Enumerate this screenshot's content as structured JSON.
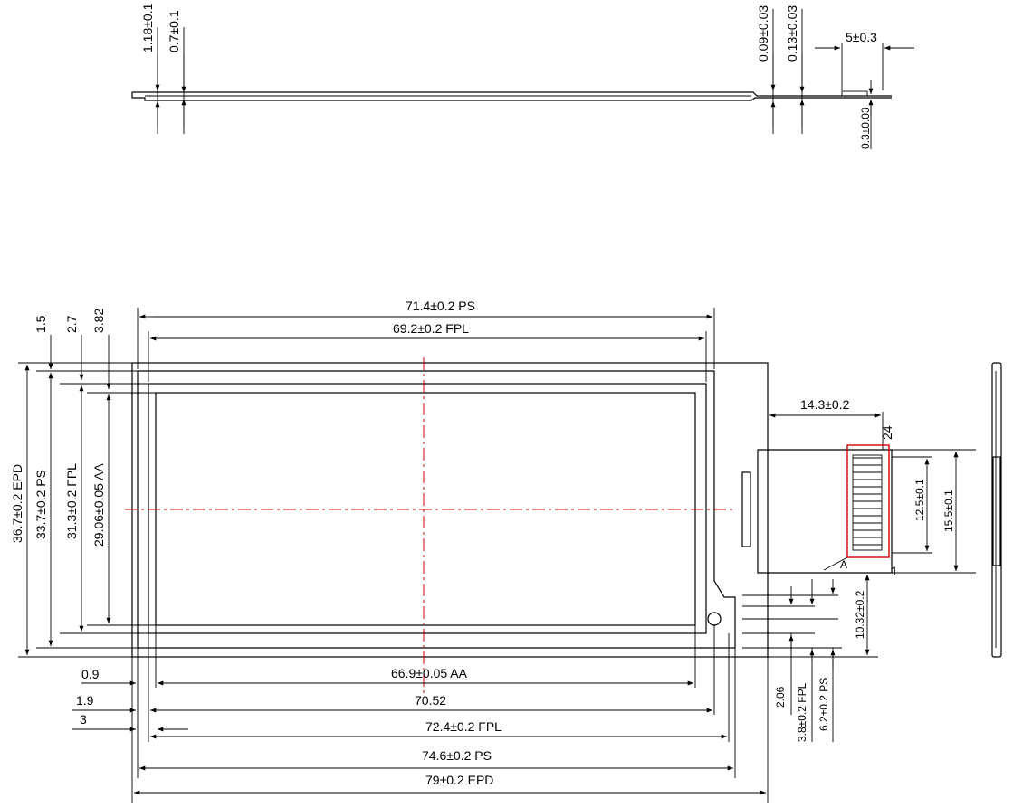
{
  "side_view": {
    "thickness_total": "1.18±0.1",
    "thickness_panel": "0.7±0.1",
    "fpc_thickness": "0.09±0.03",
    "stiffener_thickness": "0.13±0.03",
    "stiffener_length": "5±0.3",
    "stiffener_total": "0.3±0.03"
  },
  "top_view": {
    "ps_width": "71.4±0.2 PS",
    "fpl_width": "69.2±0.2 FPL",
    "offset_1": "1.5",
    "offset_2": "2.7",
    "offset_3": "3.82",
    "epd_height": "36.7±0.2 EPD",
    "ps_height": "33.7±0.2 PS",
    "fpl_height": "31.3±0.2 FPL",
    "aa_height": "29.06±0.05 AA",
    "aa_width": "66.9±0.05 AA",
    "left_09": "0.9",
    "left_19": "1.9",
    "left_3": "3",
    "width_7052": "70.52",
    "fpl_width_bottom": "72.4±0.2 FPL",
    "ps_width_bottom": "74.6±0.2 PS",
    "epd_width": "79±0.2 EPD",
    "fpc_length": "14.3±0.2",
    "pin_24": "24",
    "pin_1": "1",
    "fpc_pitch_width": "12.5±0.1",
    "fpc_width": "15.5±0.1",
    "fpc_offset": "10.32±0.2",
    "dim_206": "2.06",
    "dim_fpl": "3.8±0.2 FPL",
    "dim_ps": "6.2±0.2 PS"
  }
}
